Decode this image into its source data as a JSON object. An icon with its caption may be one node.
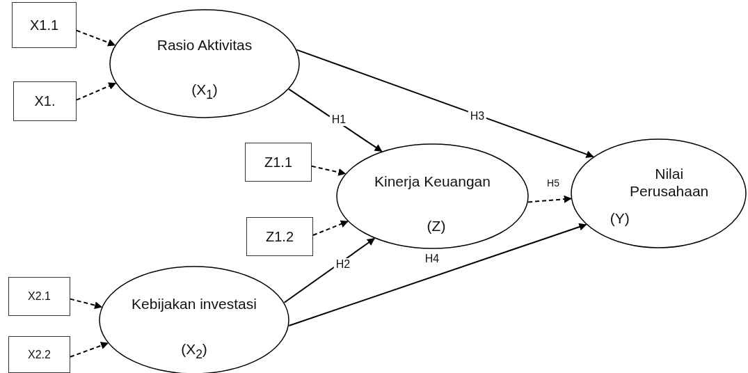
{
  "diagram": {
    "nodes": [
      {
        "text": [
          "X1.1"
        ]
      },
      {
        "text": [
          "X1."
        ]
      },
      {
        "text": [
          "Rasio Aktivitas",
          "(X$_{1}$)"
        ]
      },
      {
        "text": [
          "Z1.1"
        ]
      },
      {
        "text": [
          "Z1.2"
        ]
      },
      {
        "text": [
          "Kinerja Keuangan",
          "(Z)"
        ]
      },
      {
        "text": [
          "Nilai Perusahaan",
          "(Y)"
        ]
      },
      {
        "text": [
          "X2.1"
        ]
      },
      {
        "text": [
          "X2.2"
        ]
      },
      {
        "text": [
          "Kebijakan investasi",
          "(X$_{2}$)"
        ]
      }
    ],
    "edges": [
      {
        "from": 0,
        "to": 2,
        "arrow": "to",
        "style": "dashed"
      },
      {
        "from": 1,
        "to": 2,
        "arrow": "to",
        "style": "dashed"
      },
      {
        "from": 2,
        "to": 5,
        "arrow": "to",
        "label": "H1"
      },
      {
        "from": 2,
        "to": 6,
        "arrow": "to",
        "label": "H3"
      },
      {
        "from": 3,
        "to": 5,
        "arrow": "to",
        "style": "dashed"
      },
      {
        "from": 4,
        "to": 5,
        "arrow": "to",
        "style": "dashed"
      },
      {
        "from": 5,
        "to": 6,
        "arrow": "to",
        "label": "H5",
        "style": "dashed"
      },
      {
        "from": 9,
        "to": 5,
        "arrow": "to",
        "label": "H2"
      },
      {
        "from": 9,
        "to": 6,
        "arrow": "to",
        "label": "H4"
      },
      {
        "from": 7,
        "to": 9,
        "arrow": "to",
        "style": "dashed"
      },
      {
        "from": 8,
        "to": 9,
        "arrow": "to",
        "style": "dashed"
      }
    ]
  }
}
